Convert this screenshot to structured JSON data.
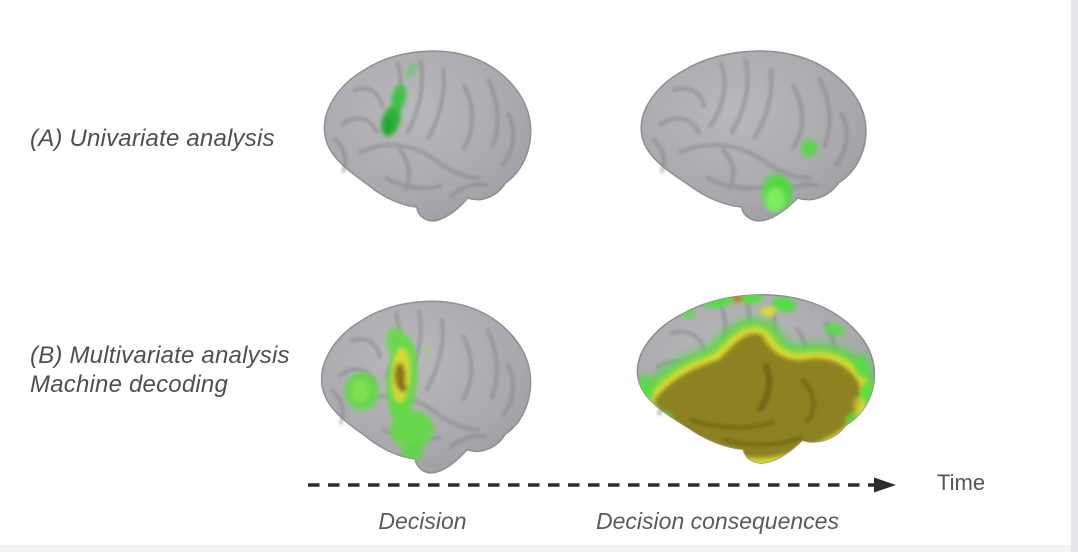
{
  "figure": {
    "panel_a_label": "(A) Univariate analysis",
    "panel_b_label_line1": "(B) Multivariate analysis",
    "panel_b_label_line2": "Machine decoding",
    "timeline": {
      "left_label": "Decision",
      "right_label": "Decision consequences",
      "axis_label": "Time"
    },
    "colors": {
      "background": "#ffffff",
      "label_text": "#4f4f52",
      "arrow": "#2d2d2d",
      "brain_gray": "#a8a8ac",
      "sulci_gray": "#7d7d82",
      "activation_green": "#55d943",
      "activation_bright_green": "#7fe95e",
      "activation_yellow": "#e0da35",
      "activation_olive": "#8d8220",
      "activation_brown": "#b8762c",
      "edge_strip_right": "#e4e6e9",
      "edge_strip_bottom": "#f1f2f4"
    }
  }
}
